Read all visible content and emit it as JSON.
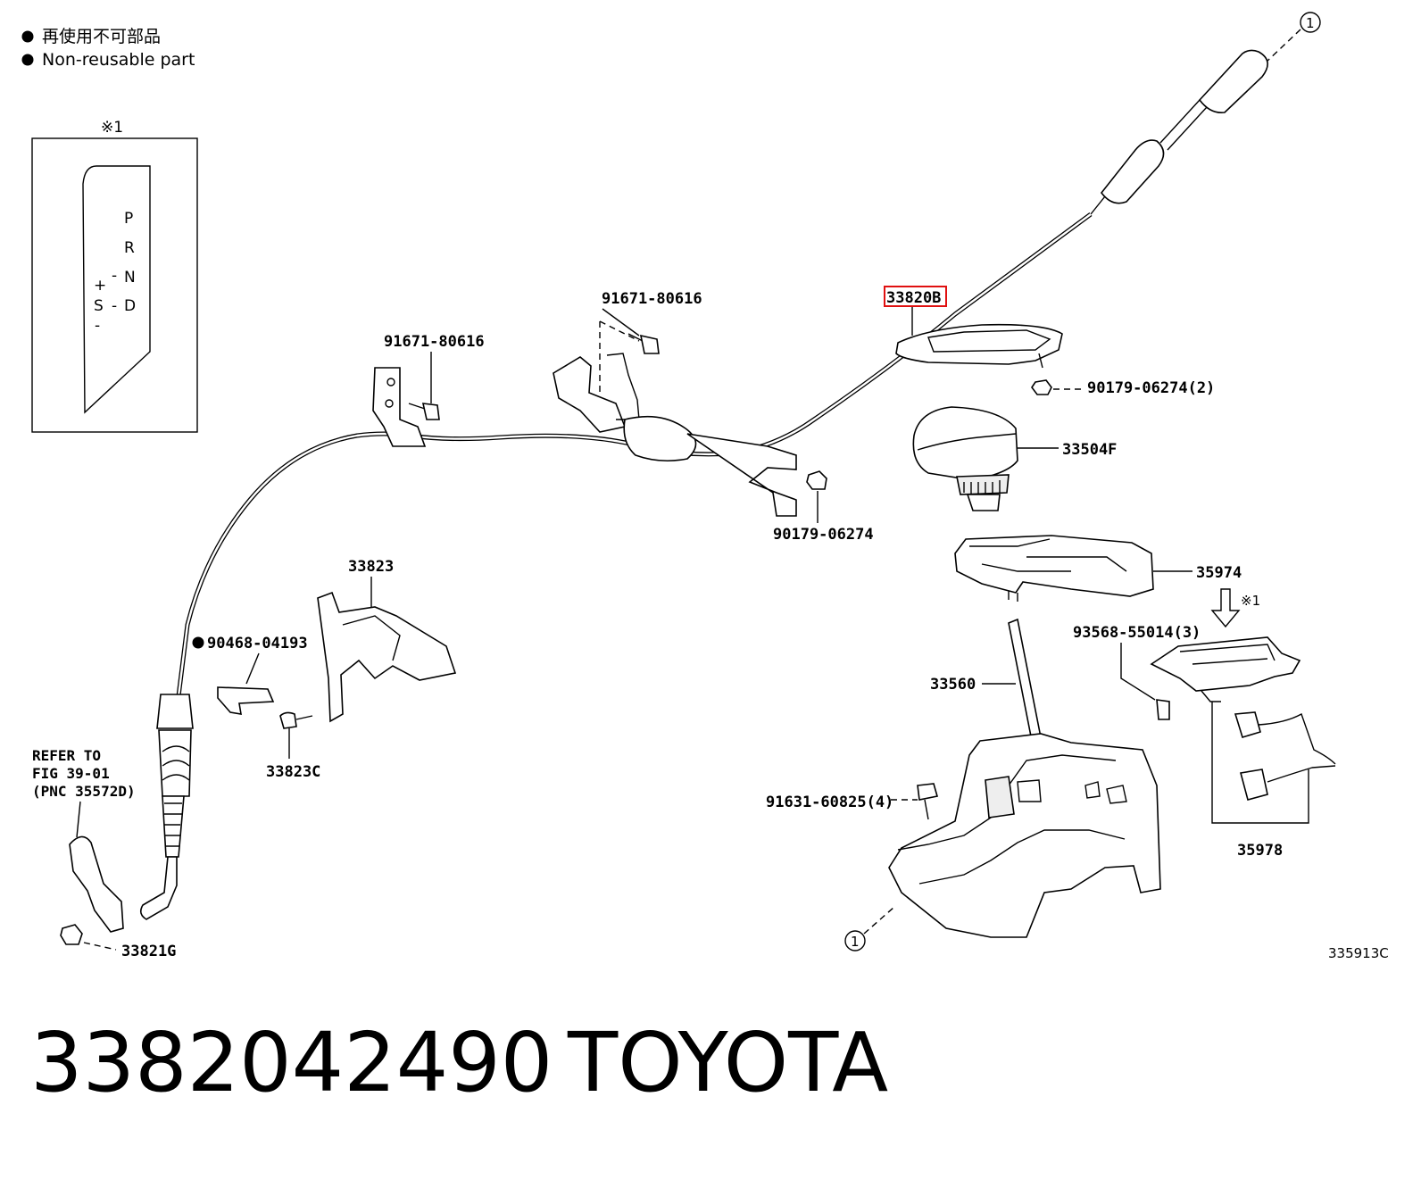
{
  "legend": {
    "bullet_jp": "再使用不可部品",
    "bullet_en": "Non-reusable part"
  },
  "inset": {
    "marker": "※1",
    "gears": [
      "P",
      "R",
      "N",
      "D",
      "+",
      "S",
      "-",
      "-",
      "-"
    ]
  },
  "callout_marker": "1",
  "labels": {
    "p33820b": "33820B",
    "p91671_a": "91671-80616",
    "p91671_b": "91671-80616",
    "p90179_2": "90179-06274(2)",
    "p33504f": "33504F",
    "p90179": "90179-06274",
    "p35974": "35974",
    "p33823": "33823",
    "p90468": "90468-04193",
    "p33823c": "33823C",
    "p93568": "93568-55014(3)",
    "p33560": "33560",
    "p91631": "91631-60825(4)",
    "p35978": "35978",
    "p33821g": "33821G",
    "marker_x1": "※1",
    "refer_1": "REFER TO",
    "refer_2": "FIG 39-01",
    "refer_3": "(PNC 35572D)"
  },
  "figure_id": "335913C",
  "caption": {
    "part_number": "3382042490",
    "brand": "TOYOTA"
  },
  "colors": {
    "highlight": "#e01010",
    "line": "#000000",
    "background": "#ffffff"
  }
}
